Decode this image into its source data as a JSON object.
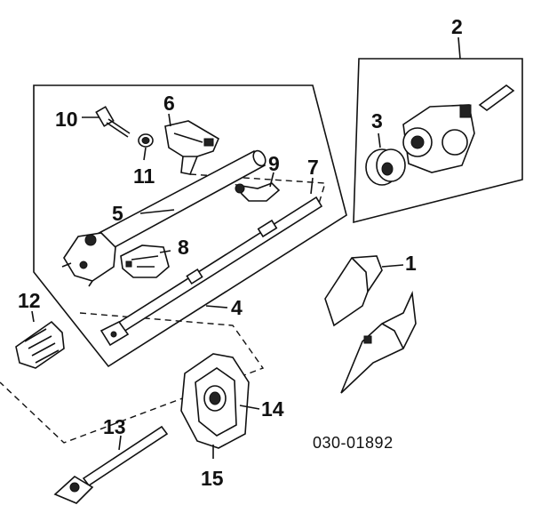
{
  "callouts": {
    "c1": "1",
    "c2": "2",
    "c3": "3",
    "c4": "4",
    "c5": "5",
    "c6": "6",
    "c7": "7",
    "c8": "8",
    "c9": "9",
    "c10": "10",
    "c11": "11",
    "c12": "12",
    "c13": "13",
    "c14": "14",
    "c15": "15"
  },
  "diagram_code": "030-01892",
  "ink_color": "#111111",
  "background_color": "#ffffff"
}
